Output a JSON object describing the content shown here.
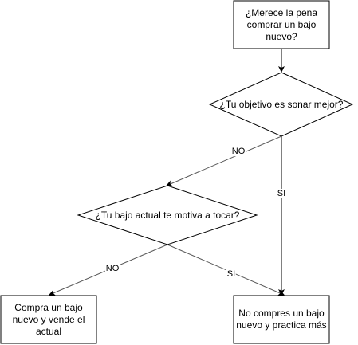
{
  "diagram": {
    "nodes": {
      "start": {
        "shape": "rectangle",
        "text": "¿Merece la pena comprar un bajo nuevo?"
      },
      "decision_goal": {
        "shape": "diamond",
        "text": "¿Tu objetivo es sonar mejor?"
      },
      "decision_motivation": {
        "shape": "diamond",
        "text": "¿Tu bajo actual te motiva a tocar?"
      },
      "outcome_buy": {
        "shape": "rectangle",
        "text": "Compra un bajo nuevo y vende el actual"
      },
      "outcome_practice": {
        "shape": "rectangle",
        "text": "No compres un bajo nuevo y practica más"
      }
    },
    "edges": [
      {
        "from": "start",
        "to": "decision_goal",
        "label": ""
      },
      {
        "from": "decision_goal",
        "to": "decision_motivation",
        "label": "NO"
      },
      {
        "from": "decision_goal",
        "to": "outcome_practice",
        "label": "SI"
      },
      {
        "from": "decision_motivation",
        "to": "outcome_buy",
        "label": "NO"
      },
      {
        "from": "decision_motivation",
        "to": "outcome_practice",
        "label": "SI"
      }
    ],
    "colors": {
      "stroke": "#000000",
      "edge": "#595959",
      "fill": "#ffffff",
      "text": "#000000"
    }
  }
}
